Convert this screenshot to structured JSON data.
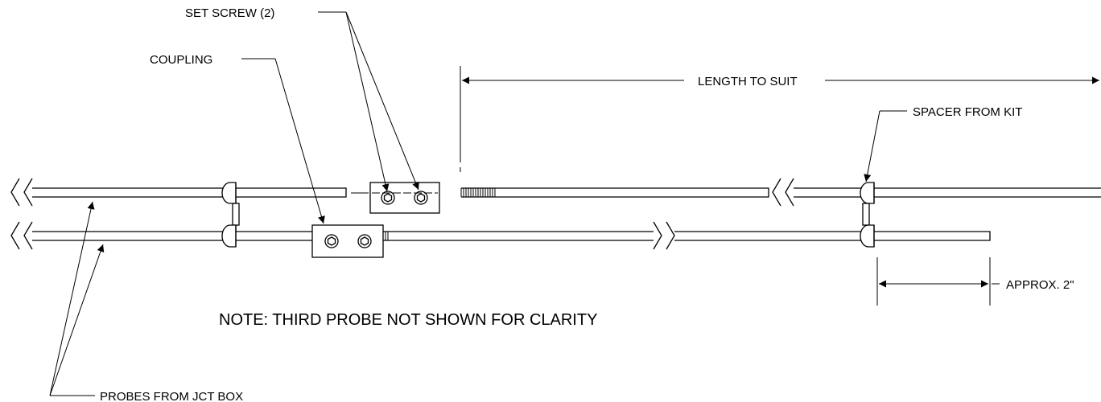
{
  "labels": {
    "set_screw": "SET SCREW (2)",
    "coupling": "COUPLING",
    "length_to_suit": "LENGTH TO SUIT",
    "spacer": "SPACER  FROM KIT",
    "approx": "APPROX. 2\"",
    "note": "NOTE: THIRD PROBE NOT SHOWN FOR CLARITY",
    "probes": "PROBES  FROM  JCT BOX"
  },
  "colors": {
    "ink": "#000000",
    "background": "#ffffff"
  }
}
